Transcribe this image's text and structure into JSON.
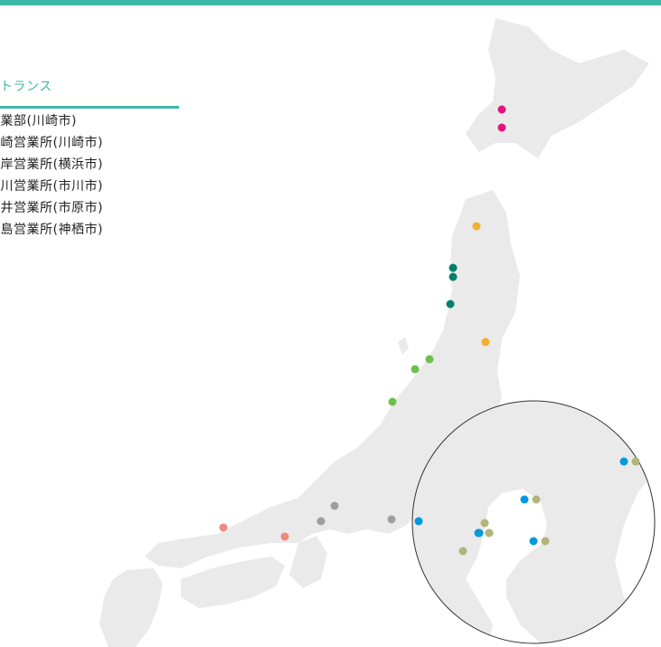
{
  "colors": {
    "accent": "#3db8a8",
    "land": "#eaeaea",
    "circle_stroke": "#333333",
    "legend_text": "#222222"
  },
  "legend": {
    "title": "トランス",
    "items": [
      "営業部(川崎市)",
      "川崎営業所(川崎市)",
      "根岸営業所(横浜市)",
      "市川営業所(市川市)",
      "五井営業所(市原市)",
      "鹿島営業所(神栖市)"
    ]
  },
  "markers": [
    {
      "id": "hokkaido-1",
      "color": "#e0157f"
    },
    {
      "id": "hokkaido-2",
      "color": "#e0157f"
    },
    {
      "id": "aomori",
      "color": "#f0b030"
    },
    {
      "id": "akita-1",
      "color": "#00806a"
    },
    {
      "id": "akita-2",
      "color": "#00806a"
    },
    {
      "id": "akita-3",
      "color": "#00806a"
    },
    {
      "id": "miyagi",
      "color": "#f0b030"
    },
    {
      "id": "niigata-1",
      "color": "#6cc04a"
    },
    {
      "id": "niigata-2",
      "color": "#6cc04a"
    },
    {
      "id": "niigata-3",
      "color": "#6cc04a"
    },
    {
      "id": "kansai-1",
      "color": "#9e9e9e"
    },
    {
      "id": "kansai-2",
      "color": "#9e9e9e"
    },
    {
      "id": "shizuoka",
      "color": "#9e9e9e"
    },
    {
      "id": "okayama",
      "color": "#ee8a80"
    },
    {
      "id": "wakayama",
      "color": "#ee8a80"
    },
    {
      "id": "inset-1",
      "color": "#0099e0"
    },
    {
      "id": "inset-2",
      "color": "#b3b37a"
    },
    {
      "id": "inset-3",
      "color": "#0099e0"
    },
    {
      "id": "inset-4",
      "color": "#b3b37a"
    },
    {
      "id": "inset-5",
      "color": "#0099e0"
    },
    {
      "id": "inset-6",
      "color": "#0099e0"
    },
    {
      "id": "inset-7",
      "color": "#b3b37a"
    },
    {
      "id": "inset-8",
      "color": "#b3b37a"
    },
    {
      "id": "inset-9",
      "color": "#b3b37a"
    },
    {
      "id": "inset-10",
      "color": "#0099e0"
    },
    {
      "id": "inset-11",
      "color": "#b3b37a"
    },
    {
      "id": "inset-12",
      "color": "#0099e0"
    },
    {
      "id": "inset-13",
      "color": "#b3b37a"
    }
  ]
}
